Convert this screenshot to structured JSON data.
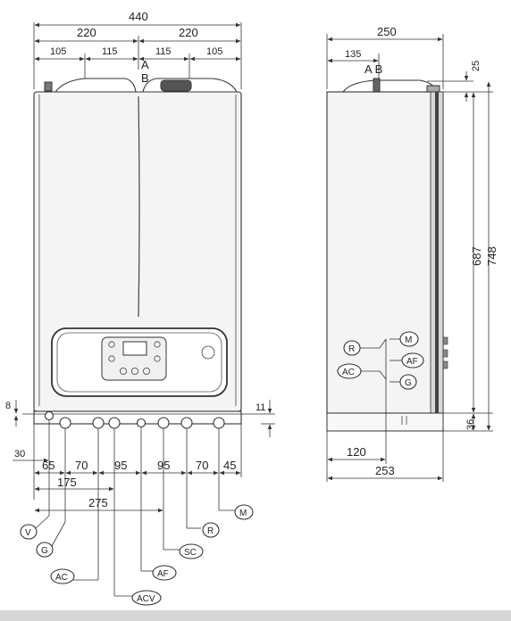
{
  "front": {
    "overall_width": "440",
    "half_width_left": "220",
    "half_width_right": "220",
    "top_dims": [
      "105",
      "115",
      "115",
      "105"
    ],
    "label_A": "A",
    "label_B_center": "B",
    "label_B_left": "B",
    "label_B_right": "B",
    "dim_8": "8",
    "dim_11": "11",
    "bottom_dims_row": [
      "65",
      "70",
      "95",
      "95",
      "70",
      "45"
    ],
    "dim_30": "30",
    "dim_175": "175",
    "dim_275": "275",
    "connections": [
      "V",
      "G",
      "AC",
      "ACV",
      "AF",
      "SC",
      "R",
      "M"
    ]
  },
  "side": {
    "overall_depth": "250",
    "dim_135": "135",
    "label_AB": "A B",
    "dim_25": "25",
    "dim_687": "687",
    "dim_748": "748",
    "dim_36": "36",
    "dim_120": "120",
    "dim_253": "253",
    "connections": [
      "R",
      "M",
      "AF",
      "AC",
      "G"
    ]
  }
}
